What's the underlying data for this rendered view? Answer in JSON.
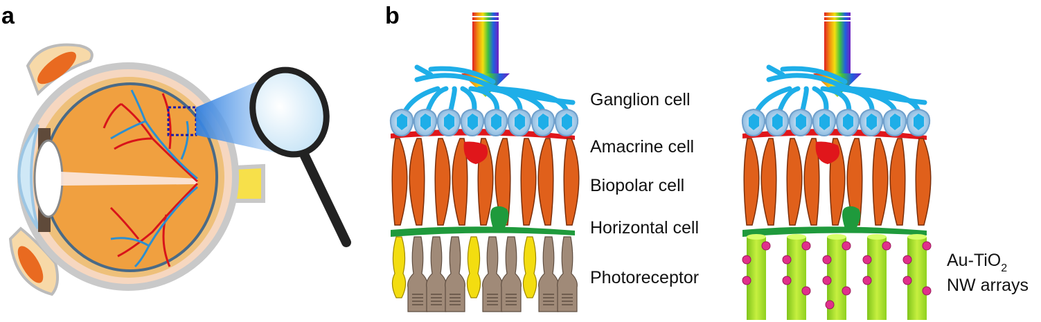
{
  "panels": {
    "a": "a",
    "b": "b"
  },
  "labels": {
    "ganglion": "Ganglion cell",
    "amacrine": "Amacrine cell",
    "biopolar": "Biopolar cell",
    "horizontal": "Horizontal cell",
    "photoreceptor": "Photoreceptor",
    "nw_prefix": "Au-TiO",
    "nw_sub": "2",
    "nw_line2": "NW arrays"
  },
  "colors": {
    "ganglion": "#1eaee8",
    "amacrine": "#e0161b",
    "bipolar": "#e0601b",
    "horizontal": "#1f9a3c",
    "rod": "#a08a78",
    "cone": "#f3dd10",
    "nanowire": "#a8e02a",
    "nanoparticle": "#e0308c",
    "eyeball": "#f0a040",
    "vessel_red": "#d8141a",
    "vessel_blue": "#2c8fd0"
  }
}
